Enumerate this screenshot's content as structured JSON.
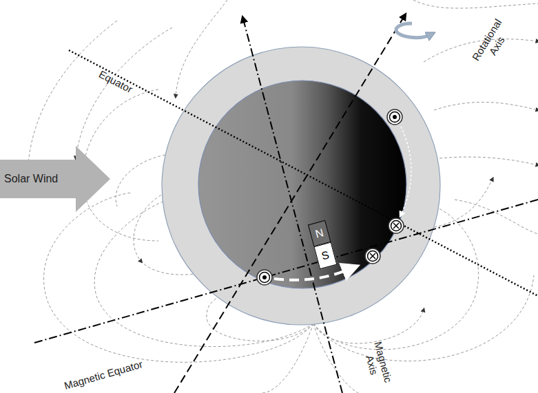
{
  "diagram": {
    "nodes": [
      {
        "text": [
          "Solar Wind"
        ]
      },
      {
        "text": [
          "N"
        ]
      },
      {
        "text": [
          "S"
        ]
      }
    ],
    "labels": [
      "Equator",
      "Rotational Axis",
      "Magnetic Equator",
      "Magnetic Axis"
    ]
  }
}
